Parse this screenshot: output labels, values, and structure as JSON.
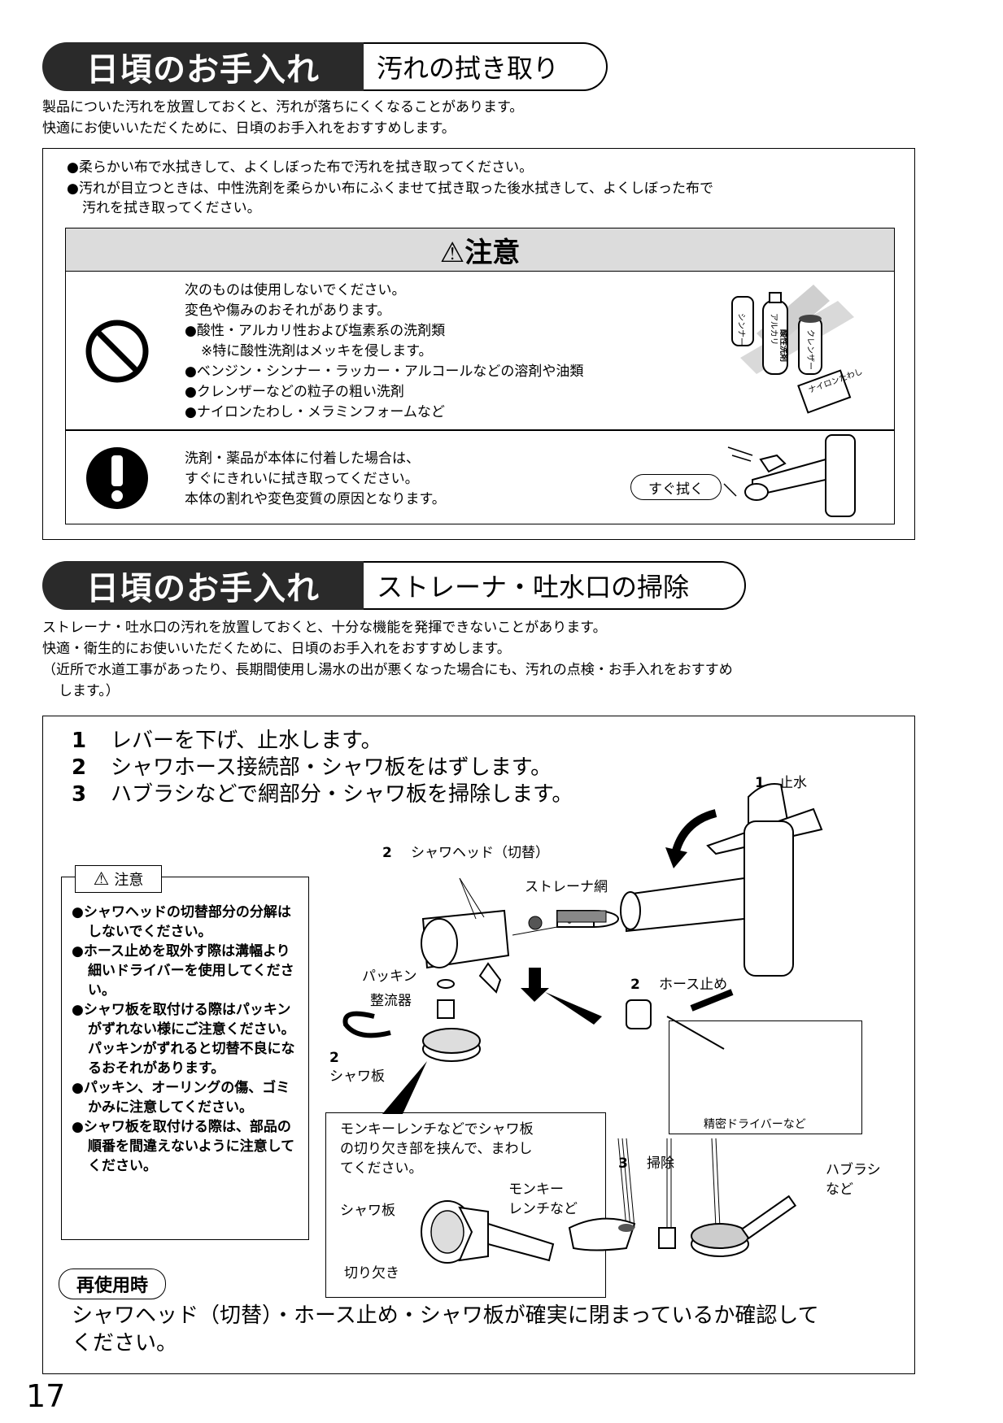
{
  "section1": {
    "header_title": "日頃のお手入れ",
    "header_sub": "汚れの拭き取り",
    "intro": [
      "製品についた汚れを放置しておくと、汚れが落ちにくくなることがあります。",
      "快適にお使いいただくために、日頃のお手入れをおすすめします。"
    ],
    "bullets": [
      "●柔らかい布で水拭きして、よくしぼった布で汚れを拭き取ってください。",
      "●汚れが目立つときは、中性洗剤を柔らかい布にふくませて拭き取った後水拭きして、よくしぼった布で",
      "汚れを拭き取ってください。"
    ],
    "caution_title": "⚠注意",
    "prohibit_lines": [
      "次のものは使用しないでください。",
      "変色や傷みのおそれがあります。",
      "●酸性・アルカリ性および塩素系の洗剤類",
      "※特に酸性洗剤はメッキを侵します。",
      "●ベンジン・シンナー・ラッカー・アルコールなどの溶剤や油類",
      "●クレンザーなどの粒子の粗い洗剤",
      "●ナイロンたわし・メラミンフォームなど"
    ],
    "bottle_labels": [
      "シンナー",
      "アルカリ",
      "酸性洗剤",
      "クレンザー",
      "ナイロンたわし"
    ],
    "mandatory_lines": [
      "洗剤・薬品が本体に付着した場合は、",
      "すぐにきれいに拭き取ってください。",
      "本体の割れや変色変質の原因となります。"
    ],
    "wipe_tag": "すぐ拭く"
  },
  "section2": {
    "header_title": "日頃のお手入れ",
    "header_sub": "ストレーナ・吐水口の掃除",
    "intro": [
      "ストレーナ・吐水口の汚れを放置しておくと、十分な機能を発揮できないことがあります。",
      "快適・衛生的にお使いいただくために、日頃のお手入れをおすすめします。",
      "（近所で水道工事があったり、長期間使用し湯水の出が悪くなった場合にも、汚れの点検・お手入れをおすすめ",
      "します。）"
    ],
    "steps": [
      {
        "num": "1",
        "text": "レバーを下げ、止水します。"
      },
      {
        "num": "2",
        "text": "シャワホース接続部・シャワ板をはずします。"
      },
      {
        "num": "3",
        "text": "ハブラシなどで網部分・シャワ板を掃除します。"
      }
    ],
    "caution_title": "注意",
    "caution_items": [
      "●シャワヘッドの切替部分の分解はしないでください。",
      "●ホース止めを取外す際は溝幅より細いドライバーを使用してください。",
      "●シャワ板を取付ける際はパッキンがずれない様にご注意ください。パッキンがずれると切替不良になるおそれがあります。",
      "●パッキン、オーリングの傷、ゴミかみに注意してください。",
      "●シャワ板を取付ける際は、部品の順番を間違えないように注意してください。"
    ],
    "labels": {
      "stop_num": "1",
      "stop": "止水",
      "head_num": "2",
      "head": "シャワヘッド（切替）",
      "strainer": "ストレーナ網",
      "packing": "パッキン",
      "rectifier": "整流器",
      "hose_stopper_num": "2",
      "hose_stopper": "ホース止め",
      "plate_num": "2",
      "plate": "シャワ板",
      "driver": "精密ドライバーなど",
      "clean_num": "3",
      "clean": "掃除",
      "brush": "ハブラシ",
      "brush2": "など"
    },
    "wrench_box": {
      "text": [
        "モンキーレンチなどでシャワ板",
        "の切り欠き部を挟んで、まわし",
        "てください。"
      ],
      "plate": "シャワ板",
      "wrench": [
        "モンキー",
        "レンチなど"
      ],
      "notch": "切り欠き"
    },
    "reuse_tag": "再使用時",
    "reuse_text": [
      "シャワヘッド（切替）・ホース止め・シャワ板が確実に閉まっているか確認して",
      "ください。"
    ]
  },
  "page_number": "17"
}
